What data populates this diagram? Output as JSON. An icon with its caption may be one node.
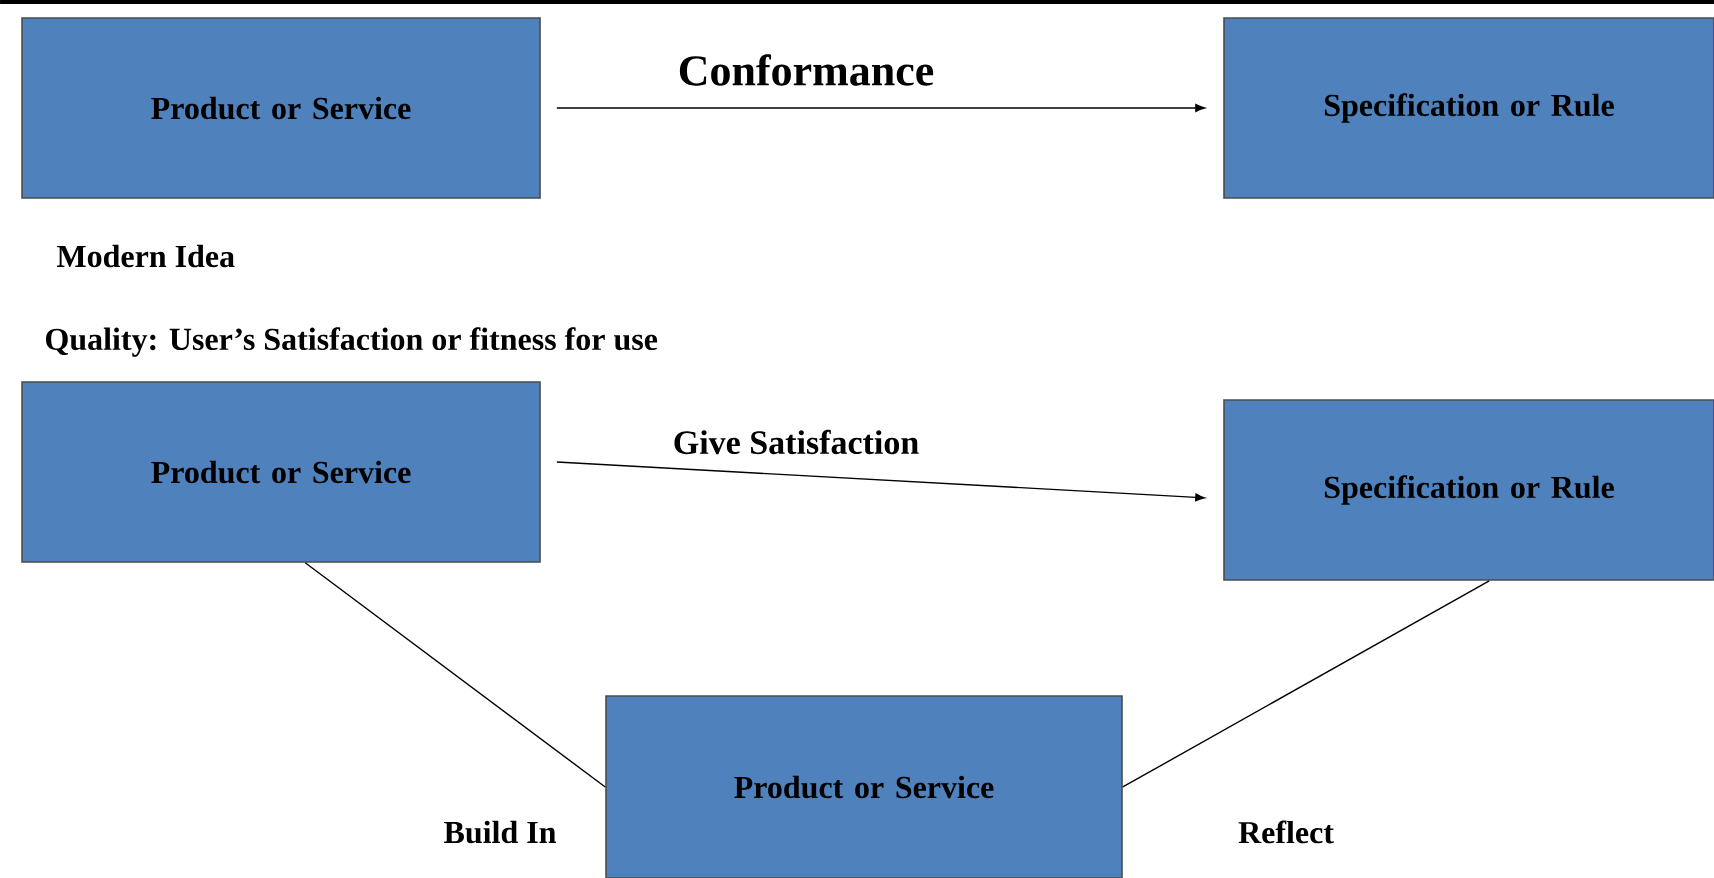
{
  "diagram": {
    "nodes": [
      {
        "text": [
          "Product or Service"
        ]
      },
      {
        "text": [
          "Specification or Rule"
        ]
      },
      {
        "text": [
          "Product or Service"
        ]
      },
      {
        "text": [
          "Specification or Rule"
        ]
      },
      {
        "text": [
          "Product or Service"
        ]
      }
    ],
    "edges": [
      {
        "from": 0,
        "to": 1,
        "arrow": "to",
        "label": "Conformance"
      },
      {
        "from": 2,
        "to": 3,
        "arrow": "to",
        "label": "Give Satisfaction"
      },
      {
        "from": 2,
        "to": 4,
        "arrow": "none",
        "label": "Build In"
      },
      {
        "from": 4,
        "to": 3,
        "arrow": "none",
        "label": "Reflect"
      }
    ],
    "labels": [
      "Modern Idea",
      "Quality: User’s Satisfaction or fitness for use"
    ]
  }
}
